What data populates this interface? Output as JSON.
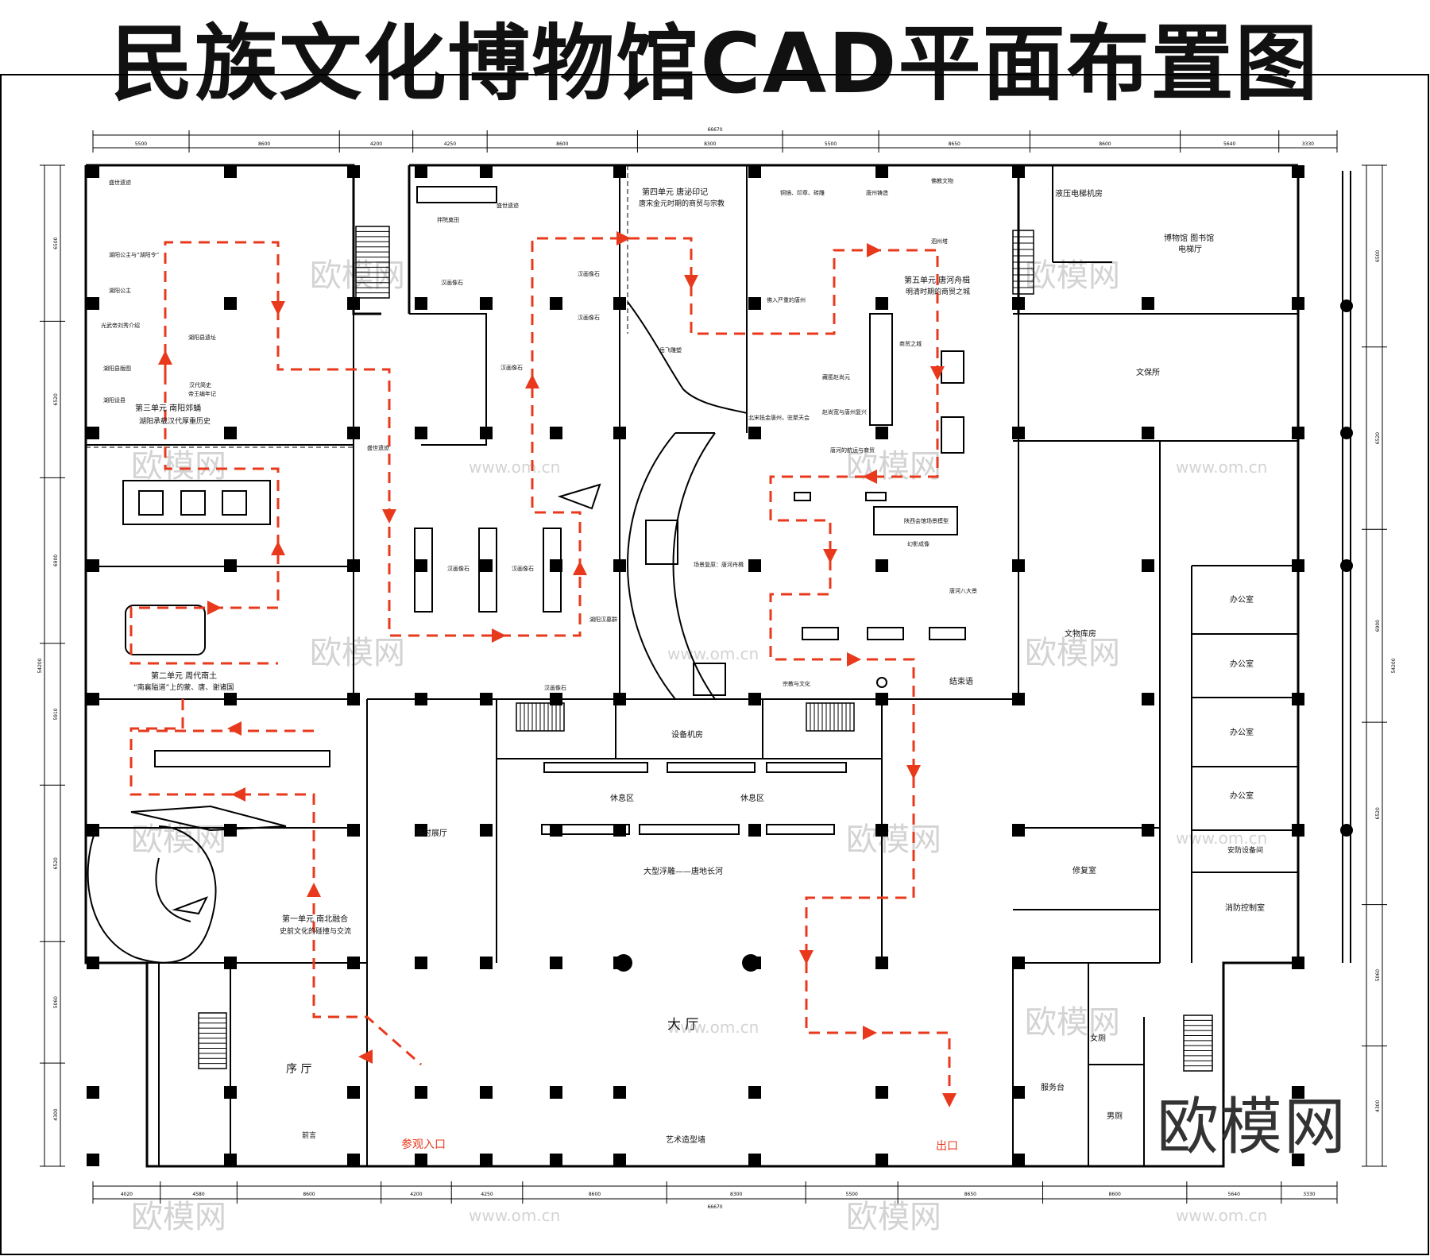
{
  "title": "民族文化博物馆CAD平面布置图",
  "watermark": "欧模网",
  "watermark_small": "欧模网",
  "watermark_url": "www.om.cn",
  "dimensions": {
    "top": [
      "5500",
      "8600",
      "4200",
      "4250",
      "8600",
      "8300",
      "5500",
      "8650",
      "8600",
      "5640",
      "3330"
    ],
    "top_total": "66670",
    "bottom": [
      "4020",
      "4580",
      "8600",
      "4200",
      "4250",
      "8600",
      "8300",
      "5500",
      "8650",
      "8600",
      "5640",
      "3330"
    ],
    "bottom_total": "66670",
    "left": [
      "6500",
      "6520",
      "6900",
      "5910",
      "6520",
      "5060",
      "4300"
    ],
    "left_total": "54200",
    "right": [
      "6500",
      "6520",
      "6900",
      "6520",
      "5060",
      "4300"
    ],
    "right_total": "54200"
  },
  "rooms": {
    "unit3_title": "第三单元  南阳郊蛹",
    "unit3_sub": "湖阳承载汉代厚重历史",
    "unit2_title": "第二单元  周代南土",
    "unit2_sub": "“南襄隘道”上的蒙、唐、谢诸国",
    "unit1_title": "第一单元  南北融合",
    "unit1_sub": "史前文化的碰撞与交流",
    "unit4_title": "第四单元  唐泌印记",
    "unit4_sub": "唐宋金元时期的商贸与宗教",
    "unit5_title": "第五单元  唐河舟楫",
    "unit5_sub": "明清时期的商贸之城",
    "hydraulic": "液压电梯机房",
    "museum_library": "博物馆  图书馆",
    "elevator_hall": "电梯厅",
    "conservation": "文保所",
    "storage": "文物库房",
    "office1": "办公室",
    "office2": "办公室",
    "office3": "办公室",
    "office4": "办公室",
    "security": "安防设备间",
    "fire_control": "消防控制室",
    "restoration": "修复室",
    "womens": "女厕",
    "mens": "男厕",
    "service": "服务台",
    "lobby": "大   厅",
    "art_wall": "艺术造型墙",
    "relief": "大型浮雕——唐地长河",
    "rest1": "休息区",
    "rest2": "休息区",
    "equipment": "设备机房",
    "temp_hall": "临时展厅",
    "preface": "序  厅",
    "front_desk": "前言",
    "entrance": "参观入口",
    "exit": "出口",
    "epilogue": "结束语"
  },
  "exhibits": {
    "e1": "盛世遗迹",
    "e2": "湖阳公主与“湖阳令”",
    "e3": "湖阳公主",
    "e4": "光武帝刘秀介绍",
    "e5": "湖阳县版图",
    "e6": "湖阳县遗址",
    "e7": "汉代简史",
    "e8": "帝王编年记",
    "e9": "湖阳设县",
    "e10": "汉画像石",
    "e11": "汉画像石",
    "e12": "汉画像石",
    "e13": "汉画像石",
    "e14": "汉画像石",
    "e15": "汉画像石",
    "e16": "汉画像石",
    "e17": "湖阳汉墓群",
    "e18": "拌院奠田",
    "e19": "盛世遗迹",
    "e20": "盛世遗迹",
    "e21": "铜镜、印章、砖雕",
    "e22": "唐州铸造",
    "e23": "佛教文物",
    "e24": "泗州塔",
    "e25": "佛入严重的唐州",
    "e26": "岳飞雕塑",
    "e27": "北宋抵金唐州，驻聚天会",
    "e28": "商贸之城",
    "e29": "藏匿赵尚元",
    "e30": "赵尚宽与唐州复兴",
    "e31": "唐河的航运与商贸",
    "e32": "陕西会馆场景模型",
    "e33": "幻影成像",
    "e34": "场景复原：唐河舟楫",
    "e35": "唐河八大景",
    "e36": "宗教与文化"
  }
}
